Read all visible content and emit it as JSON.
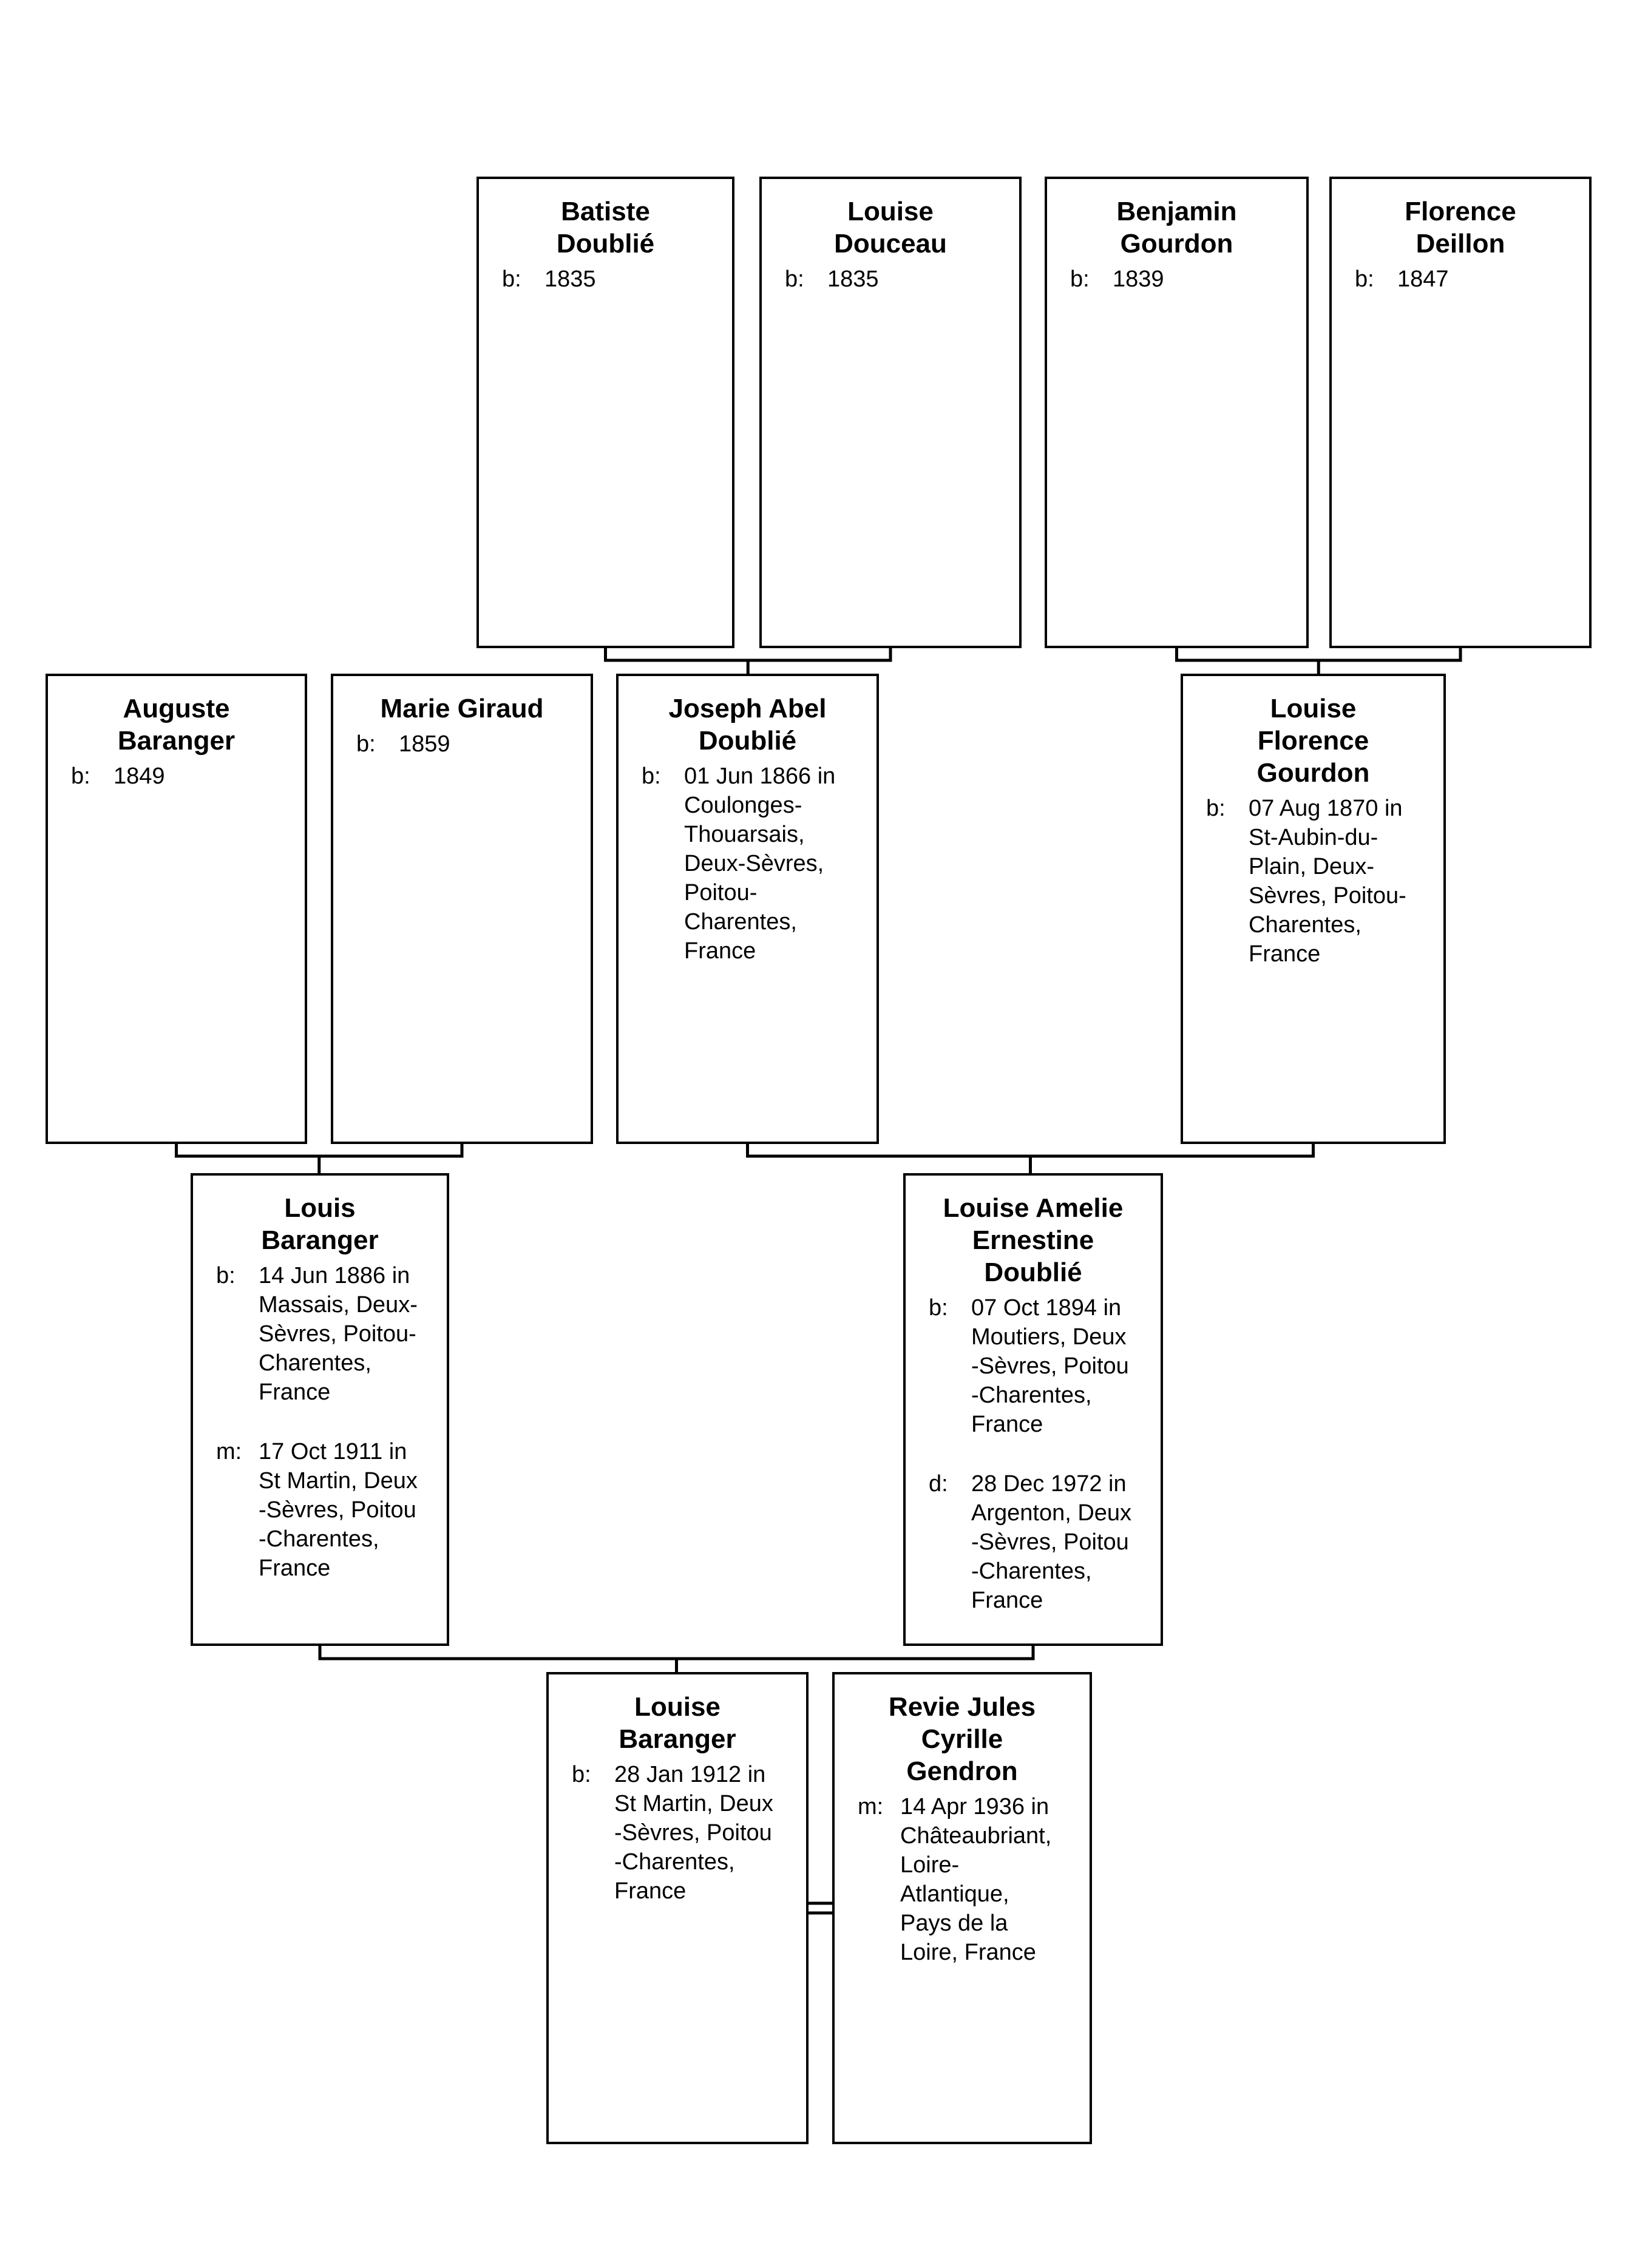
{
  "diagram": {
    "type": "family-tree-pedigree",
    "background_color": "#ffffff",
    "line_color": "#000000"
  },
  "people": [
    {
      "id": "batiste-doublie",
      "name": "Batiste\nDoublié",
      "events": [
        {
          "label": "b:",
          "text": "1835"
        }
      ]
    },
    {
      "id": "louise-douceau",
      "name": "Louise\nDouceau",
      "events": [
        {
          "label": "b:",
          "text": "1835"
        }
      ]
    },
    {
      "id": "benjamin-gourdon",
      "name": "Benjamin\nGourdon",
      "events": [
        {
          "label": "b:",
          "text": "1839"
        }
      ]
    },
    {
      "id": "florence-deillon",
      "name": "Florence\nDeillon",
      "events": [
        {
          "label": "b:",
          "text": "1847"
        }
      ]
    },
    {
      "id": "auguste-baranger",
      "name": "Auguste\nBaranger",
      "events": [
        {
          "label": "b:",
          "text": "1849"
        }
      ]
    },
    {
      "id": "marie-giraud",
      "name": "Marie Giraud",
      "events": [
        {
          "label": "b:",
          "text": "1859"
        }
      ]
    },
    {
      "id": "joseph-abel-doublie",
      "name": "Joseph Abel\nDoublié",
      "events": [
        {
          "label": "b:",
          "text": "01 Jun 1866 in\nCoulonges-\nThouarsais,\nDeux-Sèvres,\nPoitou-\nCharentes,\nFrance"
        }
      ]
    },
    {
      "id": "louise-florence-gourdon",
      "name": "Louise\nFlorence\nGourdon",
      "events": [
        {
          "label": "b:",
          "text": "07 Aug 1870 in\nSt-Aubin-du-\nPlain, Deux-\nSèvres, Poitou-\nCharentes,\nFrance"
        }
      ]
    },
    {
      "id": "louis-baranger",
      "name": "Louis\nBaranger",
      "events": [
        {
          "label": "b:",
          "text": "14 Jun 1886 in\nMassais, Deux-\nSèvres, Poitou-\nCharentes,\nFrance"
        },
        {
          "label": "m:",
          "text": "17 Oct 1911 in\nSt Martin, Deux\n-Sèvres, Poitou\n-Charentes,\nFrance"
        }
      ]
    },
    {
      "id": "louise-amelie-ernestine-doublie",
      "name": "Louise Amelie\nErnestine\nDoublié",
      "events": [
        {
          "label": "b:",
          "text": "07 Oct 1894 in\nMoutiers, Deux\n-Sèvres, Poitou\n-Charentes,\nFrance"
        },
        {
          "label": "d:",
          "text": "28 Dec 1972 in\nArgenton, Deux\n-Sèvres, Poitou\n-Charentes,\nFrance"
        }
      ]
    },
    {
      "id": "louise-baranger",
      "name": "Louise\nBaranger",
      "events": [
        {
          "label": "b:",
          "text": "28 Jan 1912 in\nSt Martin, Deux\n-Sèvres, Poitou\n-Charentes,\nFrance"
        }
      ]
    },
    {
      "id": "revie-jules-cyrille-gendron",
      "name": "Revie Jules\nCyrille\nGendron",
      "events": [
        {
          "label": "m:",
          "text": "14 Apr 1936 in\nChâteaubriant,\nLoire-\nAtlantique,\nPays de la\nLoire, France"
        }
      ]
    }
  ],
  "relationships": {
    "parent_links": [
      {
        "parents": [
          "batiste-doublie",
          "louise-douceau"
        ],
        "child": "joseph-abel-doublie"
      },
      {
        "parents": [
          "benjamin-gourdon",
          "florence-deillon"
        ],
        "child": "louise-florence-gourdon"
      },
      {
        "parents": [
          "auguste-baranger",
          "marie-giraud"
        ],
        "child": "louis-baranger"
      },
      {
        "parents": [
          "joseph-abel-doublie",
          "louise-florence-gourdon"
        ],
        "child": "louise-amelie-ernestine-doublie"
      },
      {
        "parents": [
          "louis-baranger",
          "louise-amelie-ernestine-doublie"
        ],
        "child": "louise-baranger"
      }
    ],
    "marriage_links": [
      {
        "between": [
          "louise-baranger",
          "revie-jules-cyrille-gendron"
        ]
      }
    ]
  }
}
